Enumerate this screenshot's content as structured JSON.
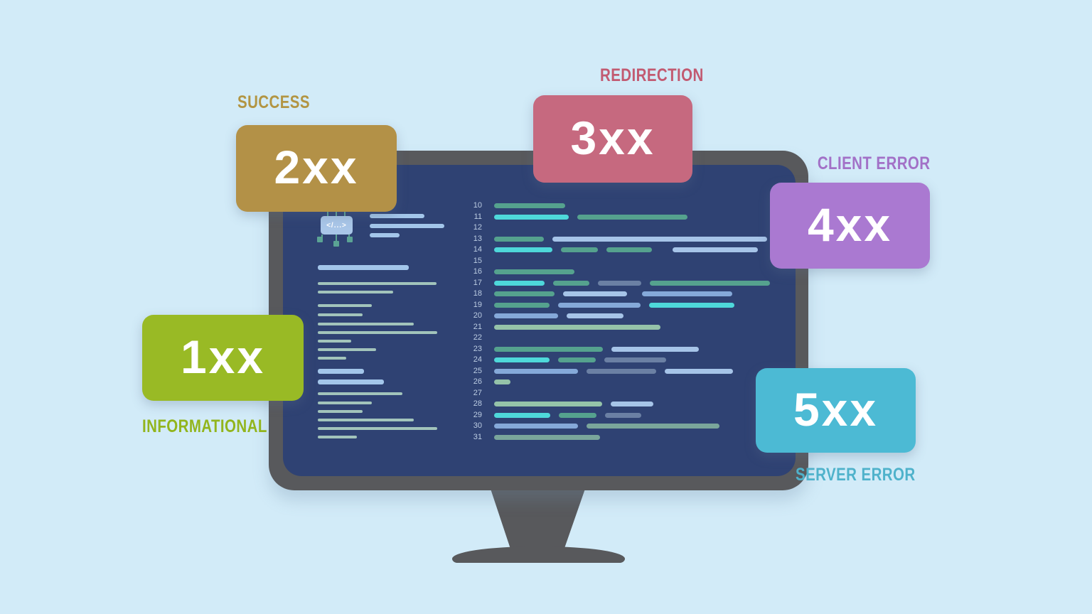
{
  "background_color": "#d2ebf8",
  "monitor": {
    "frame_color": "#58595c",
    "screen_color": "#2f4273",
    "chip_icon_color": "#a9c6e8",
    "chip_stem_color": "#5ba394"
  },
  "palette": {
    "teal": "#55a28e",
    "cyan": "#4ed8da",
    "blue": "#a6c4e8",
    "steel": "#85a9d9",
    "slate": "#6b80a4",
    "pale": "#95c3a9",
    "dim": "#7aa69b",
    "lblue": "#a3c6ea",
    "lpale": "#a2c4bb"
  },
  "categories": [
    {
      "code": "1xx",
      "label": "INFORMATIONAL",
      "color": "#99ba25",
      "label_color": "#92b51d",
      "label_position": "below"
    },
    {
      "code": "2xx",
      "label": "SUCCESS",
      "color": "#b39147",
      "label_color": "#b29543",
      "label_position": "above"
    },
    {
      "code": "3xx",
      "label": "REDIRECTION",
      "color": "#c6697f",
      "label_color": "#c25a71",
      "label_position": "above"
    },
    {
      "code": "4xx",
      "label": "CLIENT ERROR",
      "color": "#aa79d1",
      "label_color": "#a271c7",
      "label_position": "above"
    },
    {
      "code": "5xx",
      "label": "SERVER ERROR",
      "color": "#4cbad4",
      "label_color": "#4fb2cb",
      "label_position": "below"
    }
  ],
  "screen": {
    "chip_icon_text": "</...>",
    "icon_lines": [
      {
        "c": "lblue",
        "w": 77,
        "t": 6,
        "mt": 0
      },
      {
        "c": "lblue",
        "w": 105,
        "t": 6,
        "mt": 8
      },
      {
        "c": "lblue",
        "w": 42,
        "t": 6,
        "mt": 7
      }
    ],
    "left_lines": [
      {
        "c": "lblue",
        "w": 128,
        "t": 7,
        "mt": 0
      },
      {
        "c": "lpale",
        "w": 167,
        "t": 4,
        "mt": 17
      },
      {
        "c": "lpale",
        "w": 106,
        "t": 4,
        "mt": 8
      },
      {
        "c": "lpale",
        "w": 76,
        "t": 4,
        "mt": 15
      },
      {
        "c": "lpale",
        "w": 63,
        "t": 4,
        "mt": 9
      },
      {
        "c": "lpale",
        "w": 135,
        "t": 4,
        "mt": 9
      },
      {
        "c": "lpale",
        "w": 168,
        "t": 4,
        "mt": 8
      },
      {
        "c": "lpale",
        "w": 47,
        "t": 4,
        "mt": 8
      },
      {
        "c": "lpale",
        "w": 82,
        "t": 4,
        "mt": 8
      },
      {
        "c": "lpale",
        "w": 40,
        "t": 4,
        "mt": 8
      },
      {
        "c": "lblue",
        "w": 65,
        "t": 7,
        "mt": 13
      },
      {
        "c": "lblue",
        "w": 93,
        "t": 7,
        "mt": 8
      },
      {
        "c": "lpale",
        "w": 119,
        "t": 4,
        "mt": 11
      },
      {
        "c": "lpale",
        "w": 76,
        "t": 4,
        "mt": 9
      },
      {
        "c": "lpale",
        "w": 63,
        "t": 4,
        "mt": 8
      },
      {
        "c": "lpale",
        "w": 135,
        "t": 4,
        "mt": 8
      },
      {
        "c": "lpale",
        "w": 168,
        "t": 4,
        "mt": 8
      },
      {
        "c": "lpale",
        "w": 55,
        "t": 4,
        "mt": 8
      }
    ],
    "code_rows": [
      {
        "n": "10",
        "s": [
          [
            "teal",
            100
          ]
        ]
      },
      {
        "n": "11",
        "s": [
          [
            "cyan",
            105
          ],
          [
            "teal",
            155
          ]
        ]
      },
      {
        "n": "12",
        "s": []
      },
      {
        "n": "13",
        "s": [
          [
            "teal",
            70
          ],
          [
            "blue",
            302
          ]
        ]
      },
      {
        "n": "14",
        "s": [
          [
            "cyan",
            82
          ],
          [
            "teal",
            52
          ],
          [
            "teal",
            64
          ],
          [
            "blue",
            120,
            17
          ]
        ]
      },
      {
        "n": "15",
        "s": []
      },
      {
        "n": "16",
        "s": [
          [
            "teal",
            113
          ]
        ]
      },
      {
        "n": "17",
        "s": [
          [
            "cyan",
            71
          ],
          [
            "teal",
            51
          ],
          [
            "slate",
            61
          ],
          [
            "teal",
            169
          ]
        ]
      },
      {
        "n": "18",
        "s": [
          [
            "teal",
            85
          ],
          [
            "blue",
            90
          ],
          [
            "steel",
            127,
            9
          ]
        ]
      },
      {
        "n": "19",
        "s": [
          [
            "teal",
            78
          ],
          [
            "steel",
            116
          ],
          [
            "cyan",
            120
          ]
        ]
      },
      {
        "n": "20",
        "s": [
          [
            "steel",
            90
          ],
          [
            "blue",
            80
          ]
        ]
      },
      {
        "n": "21",
        "s": [
          [
            "pale",
            234
          ]
        ]
      },
      {
        "n": "22",
        "s": []
      },
      {
        "n": "23",
        "s": [
          [
            "teal",
            153
          ],
          [
            "blue",
            123
          ]
        ]
      },
      {
        "n": "24",
        "s": [
          [
            "cyan",
            78
          ],
          [
            "teal",
            53
          ],
          [
            "slate",
            87
          ]
        ]
      },
      {
        "n": "25",
        "s": [
          [
            "steel",
            118
          ],
          [
            "slate",
            98
          ],
          [
            "blue",
            96
          ]
        ]
      },
      {
        "n": "26",
        "s": [
          [
            "pale",
            23
          ]
        ]
      },
      {
        "n": "27",
        "s": []
      },
      {
        "n": "28",
        "s": [
          [
            "pale",
            152
          ],
          [
            "blue",
            60
          ]
        ]
      },
      {
        "n": "29",
        "s": [
          [
            "cyan",
            79
          ],
          [
            "teal",
            53
          ],
          [
            "slate",
            51
          ]
        ]
      },
      {
        "n": "30",
        "s": [
          [
            "steel",
            118
          ],
          [
            "dim",
            187
          ]
        ]
      },
      {
        "n": "31",
        "s": [
          [
            "dim",
            149
          ]
        ]
      }
    ]
  }
}
